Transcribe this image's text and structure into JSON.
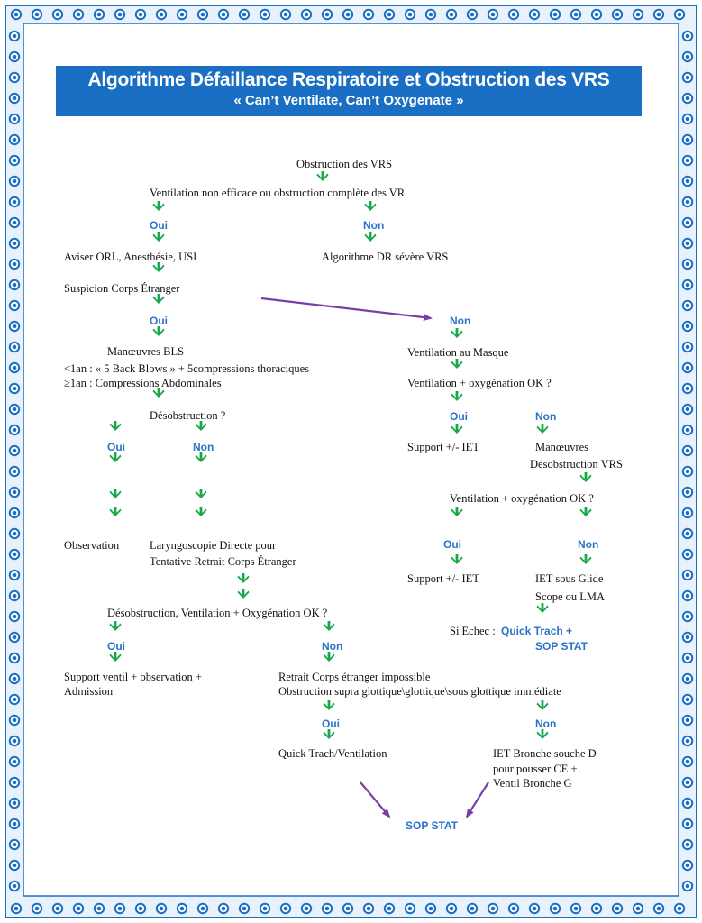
{
  "colors": {
    "border_blue": "#1a6fc4",
    "title_bg": "#1a6fc4",
    "arrow_green": "#17a84a",
    "arrow_purple": "#7b3ea6",
    "answer_blue": "#2a74c8"
  },
  "header": {
    "title": "Algorithme  Défaillance Respiratoire et Obstruction des VRS",
    "subtitle": "« Can’t Ventilate, Can’t Oxygenate »"
  },
  "nodes": {
    "obstruction": "Obstruction des VRS",
    "ventilation_non_efficace": "Ventilation non efficace ou obstruction complète des VR",
    "oui_1": "Oui",
    "non_1": "Non",
    "aviser": "Aviser ORL, Anesthésie, USI",
    "algorithme_dr": "Algorithme DR sévère VRS",
    "suspicion": "Suspicion Corps Étranger",
    "oui_2": "Oui",
    "non_2": "Non",
    "manoeuvres_bls": "Manœuvres BLS",
    "bls_line1": "<1an : « 5 Back Blows » + 5compressions thoraciques",
    "bls_line2": "≥1an : Compressions Abdominales",
    "desobstruction": "Désobstruction ?",
    "oui_3": "Oui",
    "non_3": "Non",
    "observation": "Observation",
    "laryngo_line1": "Laryngoscopie Directe pour",
    "laryngo_line2": "Tentative Retrait Corps Étranger",
    "desob_vent_oxy": "Désobstruction, Ventilation + Oxygénation OK ?",
    "oui_4": "Oui",
    "non_4": "Non",
    "support_admission_line1": "Support ventil + observation +",
    "support_admission_line2": "Admission",
    "retrait_line1": "Retrait Corps étranger impossible",
    "retrait_line2": "Obstruction supra glottique\\glottique\\sous glottique immédiate",
    "oui_5": "Oui",
    "non_5": "Non",
    "quick_trach_vent": "Quick Trach/Ventilation",
    "iet_bronche_line1": "IET Bronche souche D",
    "iet_bronche_line2": "pour pousser CE +",
    "iet_bronche_line3": "Ventil Bronche G",
    "sop_stat_final": "SOP STAT",
    "ventilation_masque": "Ventilation au Masque",
    "vent_oxy_1": "Ventilation + oxygénation OK ?",
    "oui_r1": "Oui",
    "non_r1": "Non",
    "support_iet_1": "Support +/- IET",
    "manoeuvres_r": "Manœuvres",
    "desob_vrs": "Désobstruction VRS",
    "vent_oxy_2": "Ventilation + oxygénation OK ?",
    "oui_r2": "Oui",
    "non_r2": "Non",
    "support_iet_2": "Support +/- IET",
    "iet_glide_line1": "IET sous Glide",
    "iet_glide_line2": "Scope ou LMA",
    "si_echec": "Si Echec : ",
    "quick_trach_plus": "Quick Trach +",
    "sop_stat_r": "SOP STAT"
  }
}
